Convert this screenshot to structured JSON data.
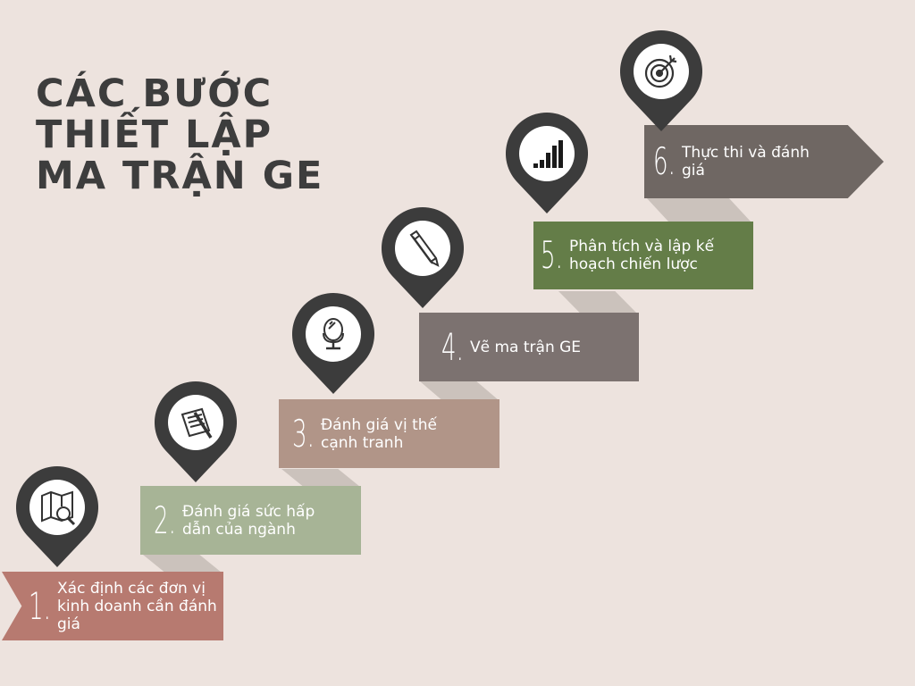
{
  "title": {
    "line1": "CÁC BƯỚC",
    "line2": "THIẾT LẬP",
    "line3": "MA TRẬN GE"
  },
  "steps": [
    {
      "number": "1.",
      "label": "Xác định các đơn vị kinh doanh cần đánh giá",
      "color": "#b77a70",
      "icon": "map-search-icon"
    },
    {
      "number": "2.",
      "label": "Đánh giá sức hấp dẫn của ngành",
      "color": "#a7b496",
      "icon": "notepad-pen-icon"
    },
    {
      "number": "3.",
      "label": "Đánh giá vị thế cạnh tranh",
      "color": "#b19588",
      "icon": "mirror-icon"
    },
    {
      "number": "4.",
      "label": "Vẽ ma trận GE",
      "color": "#7c7270",
      "icon": "pencil-icon"
    },
    {
      "number": "5.",
      "label": "Phân tích và lập kế hoạch chiến lược",
      "color": "#647d48",
      "icon": "bar-chart-icon"
    },
    {
      "number": "6.",
      "label": "Thực thi và đánh giá",
      "color": "#6f6763",
      "icon": "target-icon"
    }
  ],
  "colors": {
    "background": "#ede3de",
    "pin": "#3c3c3c",
    "title": "#3d3d3d",
    "shadow": "#cbc2bc"
  }
}
